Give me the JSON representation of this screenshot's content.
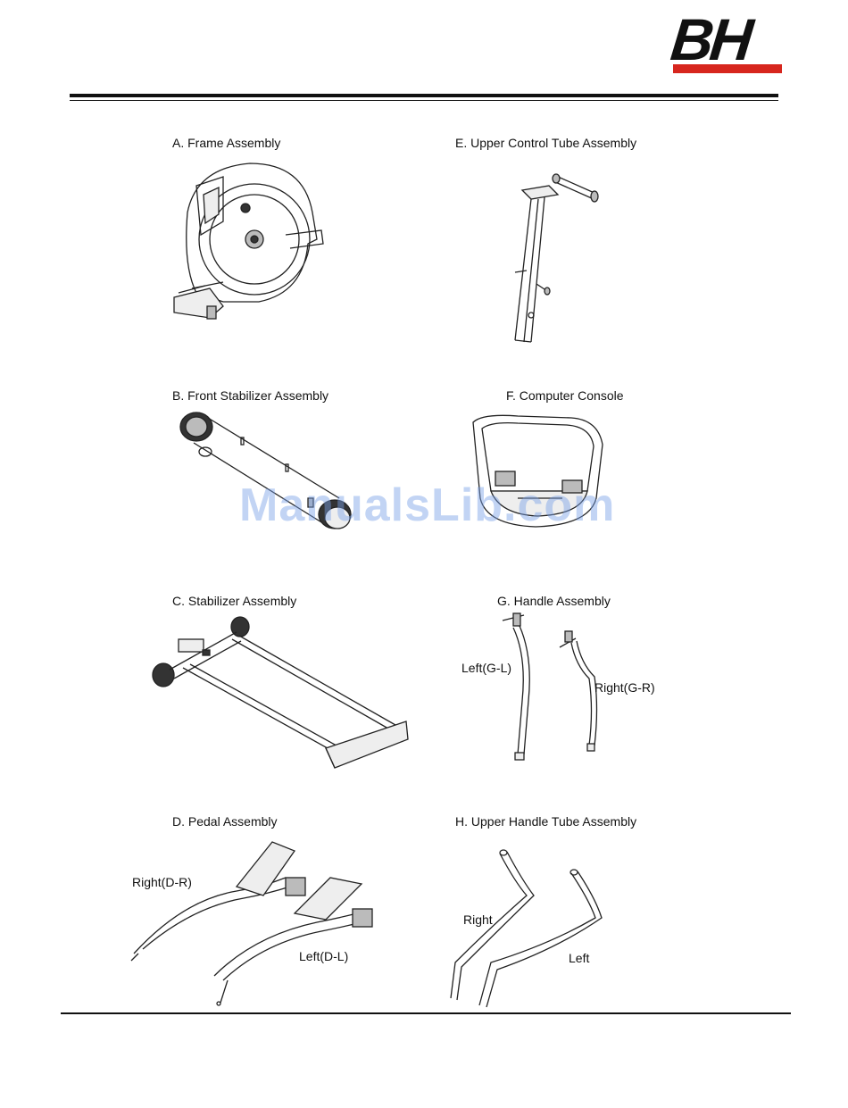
{
  "brand": {
    "logo_text": "BH",
    "accent": "#d7261e"
  },
  "parts": {
    "a": {
      "title": "A. Frame Assembly"
    },
    "b": {
      "title": "B. Front Stabilizer Assembly"
    },
    "c": {
      "title": "C. Stabilizer Assembly"
    },
    "d": {
      "title": "D. Pedal Assembly",
      "right_label": "Right(D-R)",
      "left_label": "Left(D-L)"
    },
    "e": {
      "title": "E. Upper Control Tube Assembly"
    },
    "f": {
      "title": "F. Computer Console"
    },
    "g": {
      "title": "G. Handle Assembly",
      "left_label": "Left(G-L)",
      "right_label": "Right(G-R)"
    },
    "h": {
      "title": "H. Upper Handle Tube Assembly",
      "right_label": "Right",
      "left_label": "Left"
    }
  },
  "watermark": "ManualsLib.com"
}
